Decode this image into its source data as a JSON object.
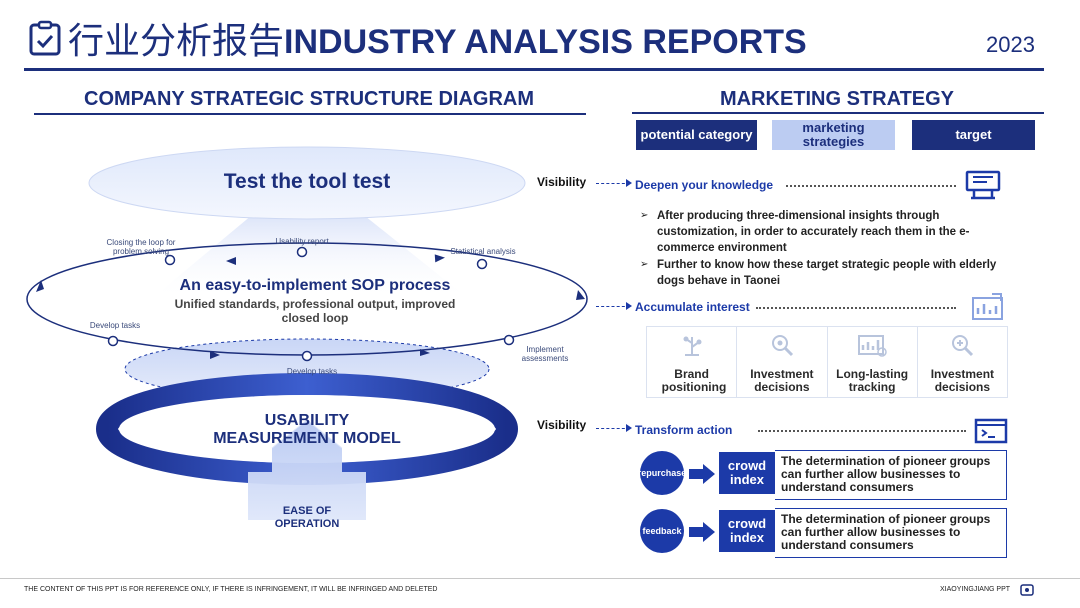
{
  "header": {
    "title_cn": "行业分析报告",
    "title_en": "INDUSTRY ANALYSIS REPORTS",
    "year": "2023"
  },
  "left": {
    "title": "COMPANY STRATEGIC STRUCTURE DIAGRAM",
    "top_ellipse": "Test the tool test",
    "loop_title": "An easy-to-implement SOP process",
    "loop_subtitle": "Unified standards, professional output, improved closed loop",
    "nodes": {
      "closing_loop": "Closing the loop for problem solving",
      "usability_report": "Usability report",
      "statistical_analysis": "Statistical analysis",
      "develop_tasks_left": "Develop tasks",
      "develop_tasks_center": "Develop tasks",
      "implement_assessments": "Implement assessments"
    },
    "ring_label": "USABILITY MEASUREMENT MODEL",
    "arrow_label": "EASE OF OPERATION",
    "colors": {
      "primary": "#1c2f7c",
      "accent": "#2340a8",
      "light": "#bcccf2"
    }
  },
  "right": {
    "title": "MARKETING STRATEGY",
    "tabs": [
      "potential category",
      "marketing strategies",
      "target"
    ],
    "visibility_1": "Visibility",
    "visibility_2": "Visibility",
    "row1_label": "Deepen your knowledge",
    "bullets": [
      "After producing three-dimensional insights through customization, in order to accurately reach them in the e-commerce environment",
      "Further to know how these target strategic people with elderly dogs behave in Taonei"
    ],
    "row2_label": "Accumulate interest",
    "cards": [
      {
        "label": "Brand positioning",
        "icon": "tree-icon"
      },
      {
        "label": "Investment decisions",
        "icon": "magnifier-icon"
      },
      {
        "label": "Long-lasting tracking",
        "icon": "growth-chart-icon"
      },
      {
        "label": "Investment decisions",
        "icon": "search-gear-icon"
      }
    ],
    "row3_label": "Transform action",
    "actions": [
      {
        "tag": "repurchase",
        "index": "crowd index",
        "desc": "The determination of pioneer groups can further allow businesses to understand consumers"
      },
      {
        "tag": "feedback",
        "index": "crowd index",
        "desc": "The determination of pioneer groups can further allow businesses to understand consumers"
      }
    ]
  },
  "footer": {
    "left": "THE CONTENT OF THIS PPT IS FOR REFERENCE ONLY, IF THERE IS INFRINGEMENT, IT WILL BE INFRINGED AND DELETED",
    "right": "XIAOYINGJIANG PPT"
  }
}
